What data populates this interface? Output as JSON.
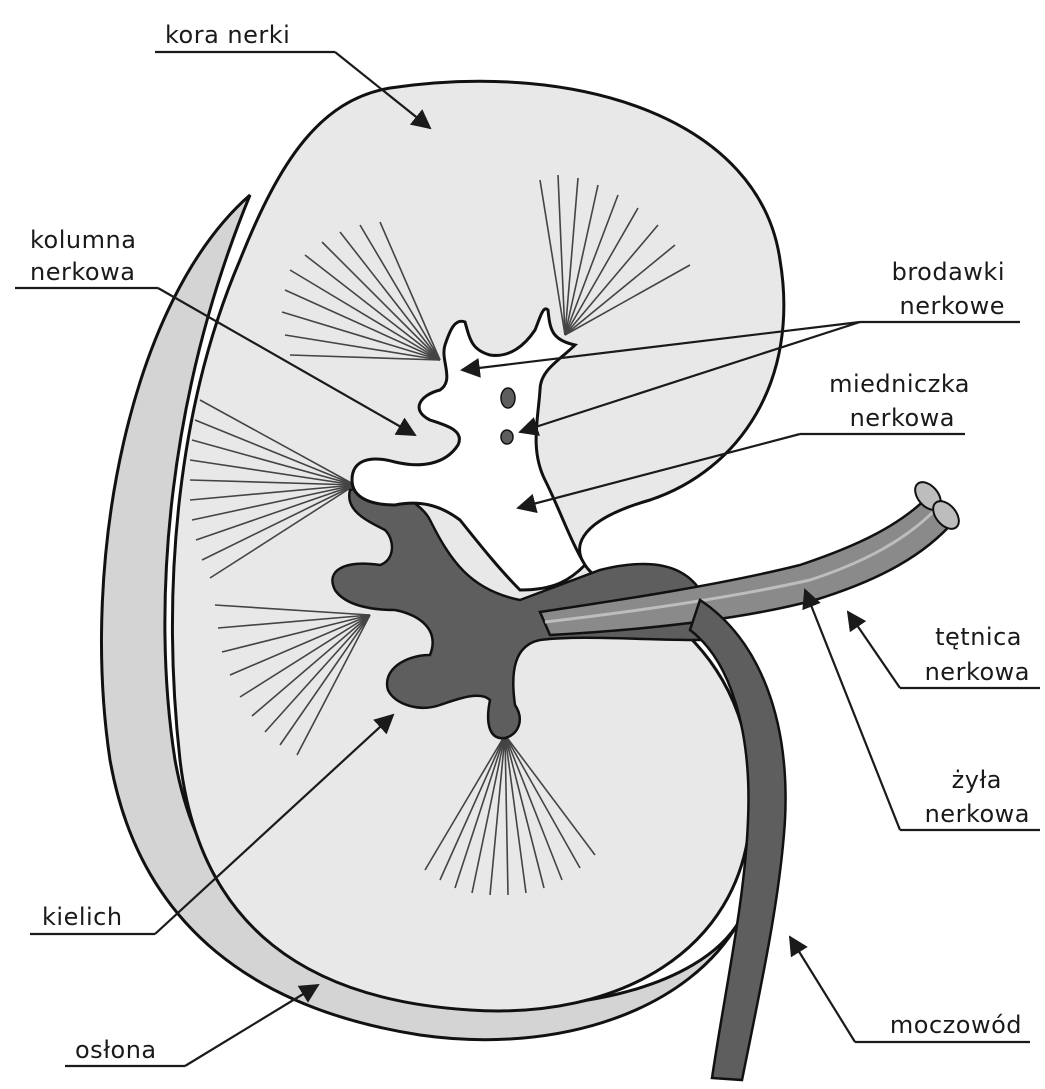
{
  "labels": {
    "kora_nerki": "kora nerki",
    "kolumna_line1": "kolumna",
    "kolumna_line2": "nerkowa",
    "brodawki_line1": "brodawki",
    "brodawki_line2": "nerkowe",
    "miedniczka_line1": "miedniczka",
    "miedniczka_line2": "nerkowa",
    "tetnica_line1": "tętnica",
    "tetnica_line2": "nerkowa",
    "zyla_line1": "żyła",
    "zyla_line2": "nerkowa",
    "kielich": "kielich",
    "oslona": "osłona",
    "moczowod": "moczowód"
  },
  "colors": {
    "cortex": "#e8e8e8",
    "capsule": "#d4d4d4",
    "dark_tissue": "#5e5e5e",
    "vessel": "#8a8a8a",
    "outline": "#111111",
    "pelvis": "#ffffff"
  }
}
